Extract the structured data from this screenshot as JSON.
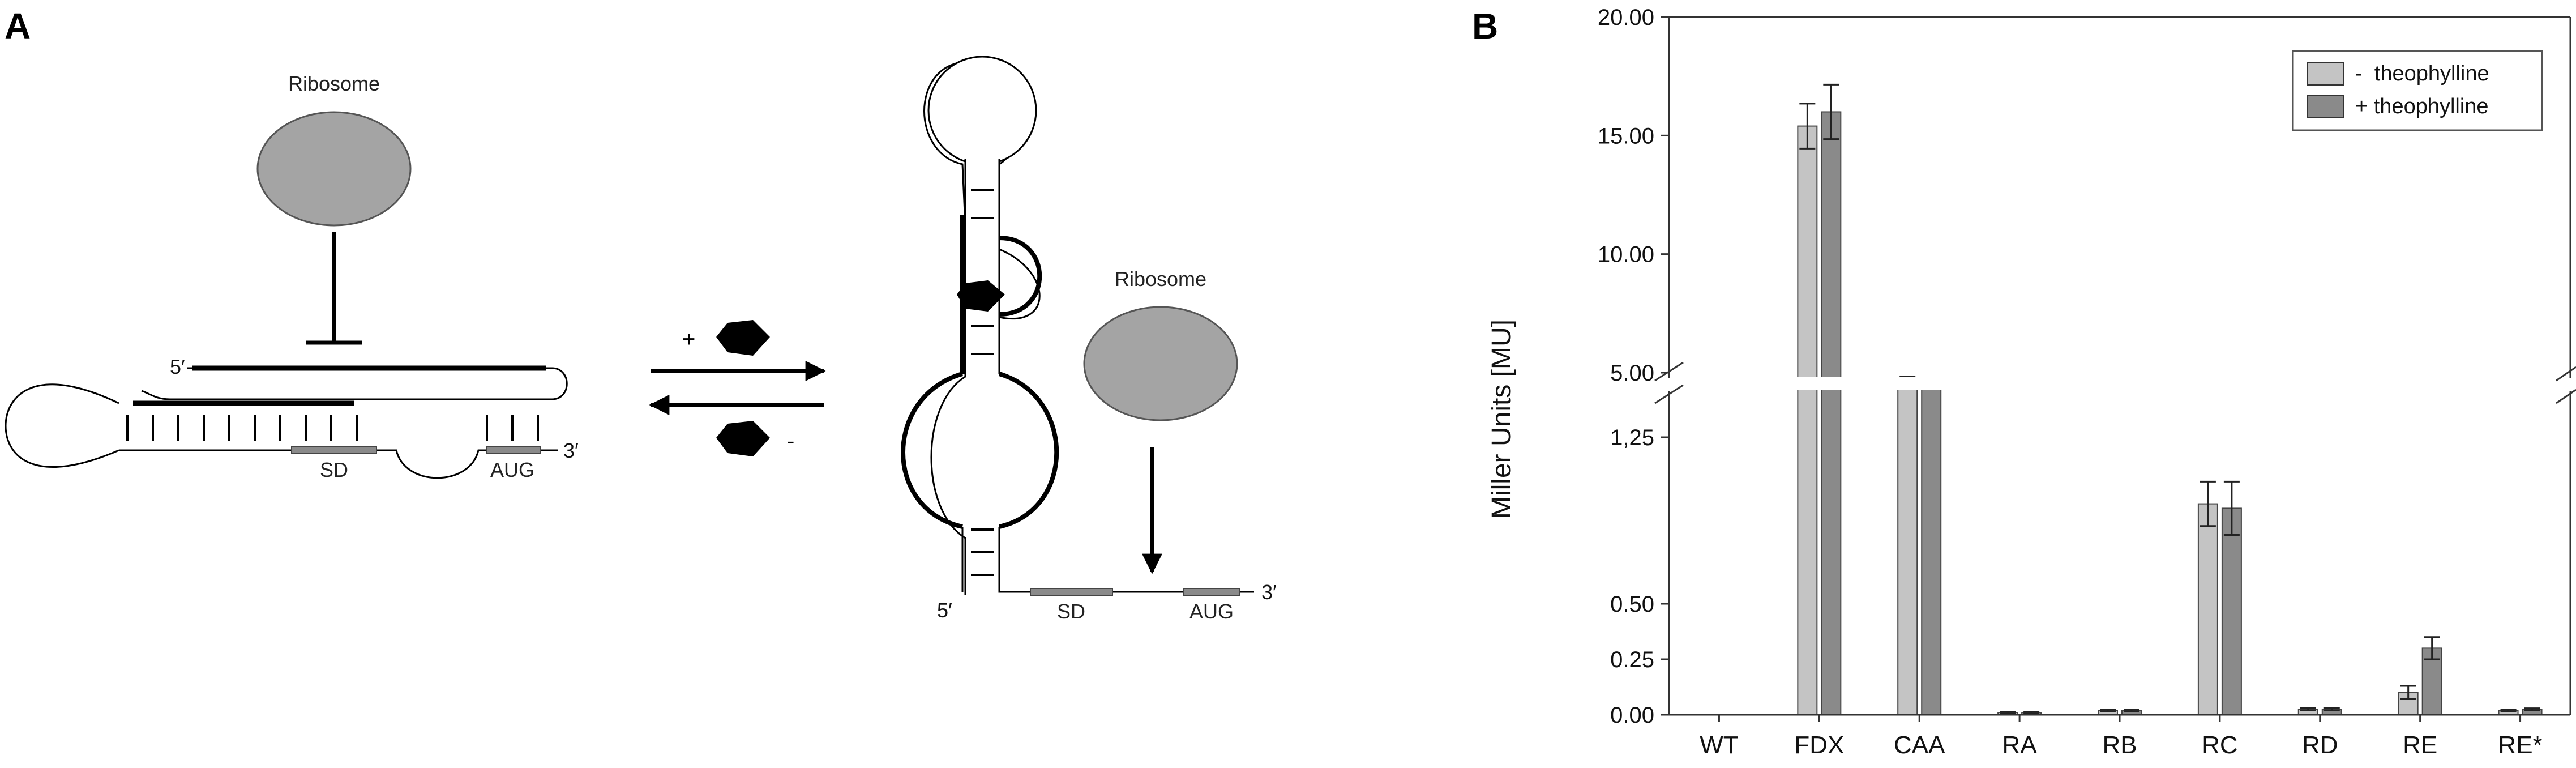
{
  "panel_a": {
    "panel_label": "A",
    "off_state": {
      "ribosome_label": "Ribosome",
      "five_prime": "5′",
      "three_prime": "3′",
      "sd_label": "SD",
      "aug_label": "AUG"
    },
    "equilibrium": {
      "plus_sign": "+",
      "minus_sign": "-"
    },
    "on_state": {
      "ribosome_label": "Ribosome",
      "five_prime": "5′",
      "three_prime": "3′",
      "sd_label": "SD",
      "aug_label": "AUG"
    }
  },
  "panel_b": {
    "panel_label": "B",
    "chart_data": {
      "type": "bar",
      "ylabel": "Miller Units [MU]",
      "categories": [
        "WT",
        "FDX",
        "CAA",
        "RA",
        "RB",
        "RC",
        "RD",
        "RE",
        "RE*"
      ],
      "series": [
        {
          "name": "-  theophylline",
          "color": "#c4c4c4",
          "values": [
            0,
            15.4,
            4.7,
            0.01,
            0.02,
            0.95,
            0.025,
            0.1,
            0.02
          ],
          "errors": [
            0,
            0.95,
            0.12,
            0.004,
            0.004,
            0.1,
            0.005,
            0.03,
            0.004
          ]
        },
        {
          "name": "+ theophylline",
          "color": "#8a8a8a",
          "values": [
            0,
            16.0,
            4.5,
            0.01,
            0.02,
            0.93,
            0.025,
            0.3,
            0.025
          ],
          "errors": [
            0,
            1.15,
            0.12,
            0.004,
            0.004,
            0.12,
            0.005,
            0.05,
            0.004
          ]
        }
      ],
      "axis_break": {
        "lower_range": [
          0,
          1.5
        ],
        "upper_range": [
          5,
          20
        ]
      },
      "lower_ticks": [
        {
          "value": 0,
          "label": "0.00"
        },
        {
          "value": 0.25,
          "label": "0.25"
        },
        {
          "value": 0.5,
          "label": "0.50"
        },
        {
          "value": 1.25,
          "label": "1,25"
        }
      ],
      "upper_ticks": [
        {
          "value": 5,
          "label": "5.00"
        },
        {
          "value": 10,
          "label": "10.00"
        },
        {
          "value": 15,
          "label": "15.00"
        },
        {
          "value": 20,
          "label": "20.00"
        }
      ],
      "legend_position": "top-right",
      "grid": false
    }
  }
}
